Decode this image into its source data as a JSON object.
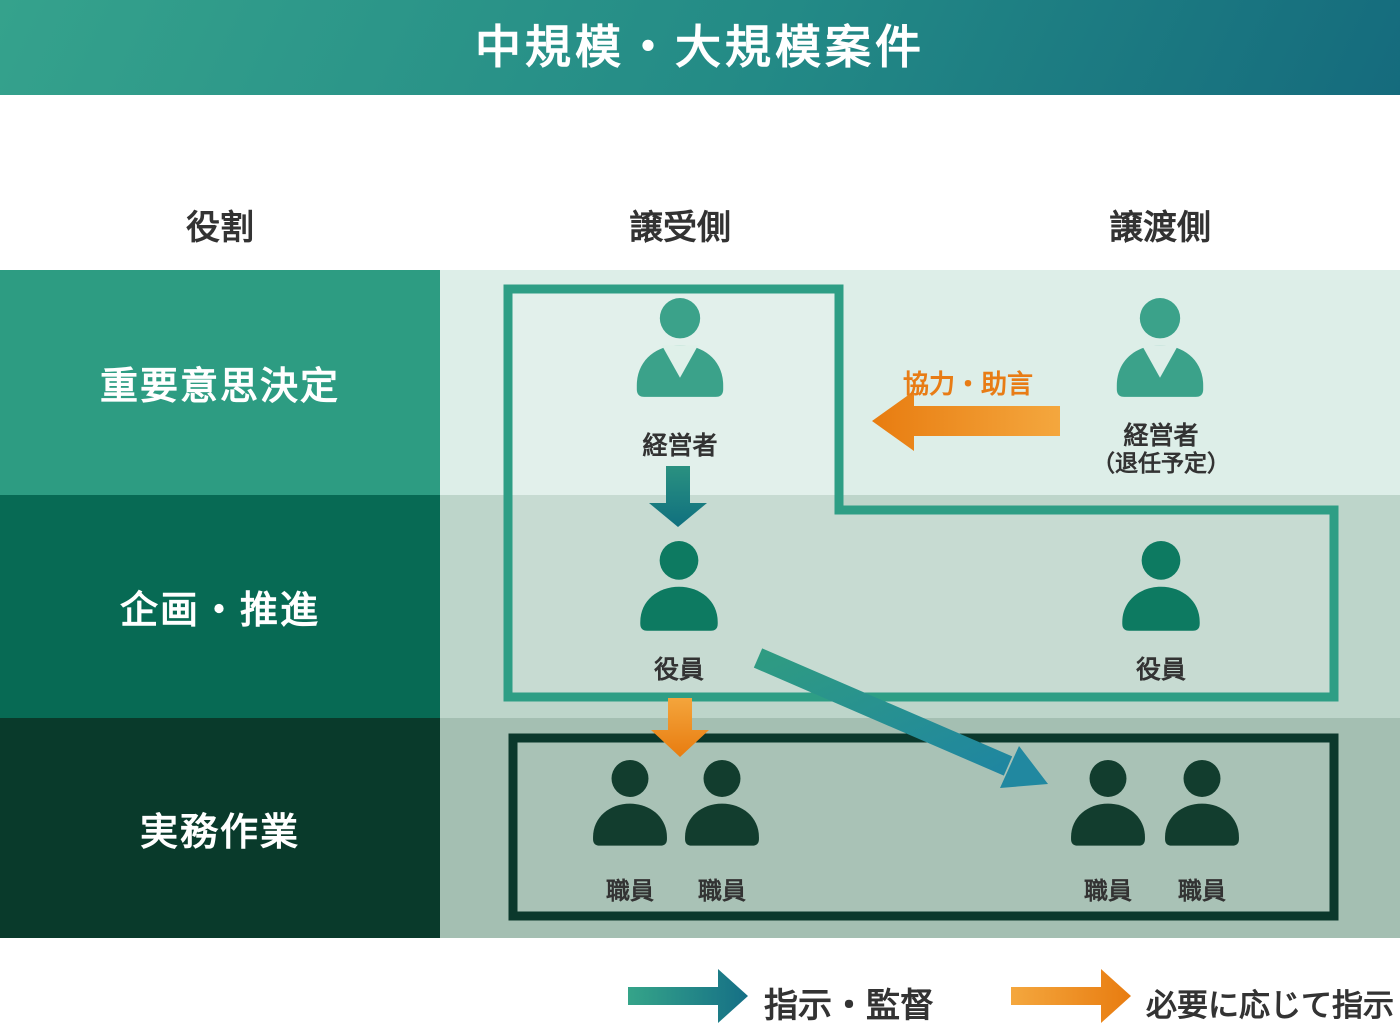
{
  "title": "中規模・大規模案件",
  "column_headers": {
    "role": "役割",
    "acquirer": "譲受側",
    "transferor": "譲渡側"
  },
  "row_labels": {
    "decision": "重要意思決定",
    "planning": "企画・推進",
    "operations": "実務作業"
  },
  "people": {
    "acquirer_manager": "経営者",
    "transferor_manager": "経営者",
    "transferor_manager_note": "（退任予定）",
    "acquirer_officer": "役員",
    "transferor_officer": "役員",
    "acquirer_staff_1": "職員",
    "acquirer_staff_2": "職員",
    "transferor_staff_1": "職員",
    "transferor_staff_2": "職員"
  },
  "annotations": {
    "cooperation_advice": "協力・助言"
  },
  "legend": {
    "teal_arrow_label": "指示・監督",
    "orange_arrow_label": "必要に応じて指示"
  },
  "colors": {
    "header_gradient_start": "#35a28c",
    "header_gradient_end": "#156b7d",
    "row1_label_bg": "#2d9c82",
    "row2_label_bg": "#076a54",
    "row3_label_bg": "#093a2b",
    "row1_content_bg": "#ddeee8",
    "row2_content_bg": "#bdd5ca",
    "row3_content_bg": "#a4bfb2",
    "acquirer_box_border": "#2e9e85",
    "operations_box_border": "#0b382c",
    "manager_icon": "#3ba28a",
    "officer_icon": "#0d7a61",
    "staff_icon": "#123d2e",
    "orange_accent": "#e8821c",
    "teal_arrow": "#17717f",
    "text_dark": "#333333"
  }
}
